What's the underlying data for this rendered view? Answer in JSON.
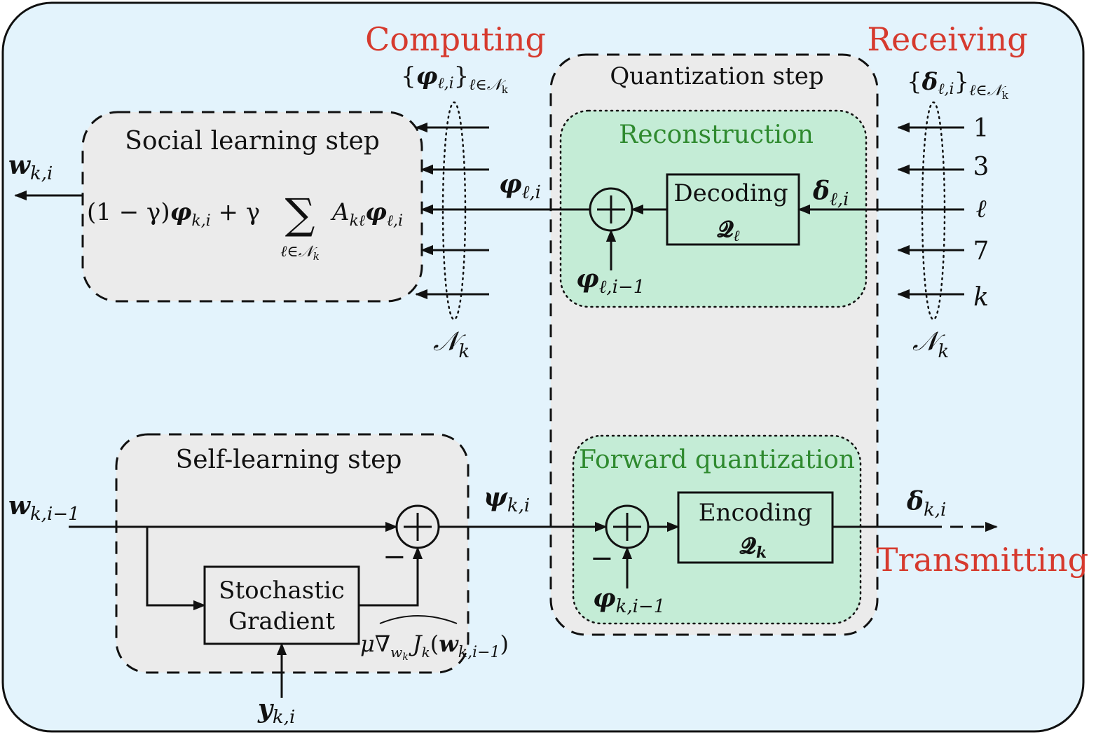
{
  "headers": {
    "computing": "Computing",
    "receiving": "Receiving",
    "transmitting": "Transmitting"
  },
  "blocks": {
    "social": {
      "title": "Social learning step",
      "formula": {
        "p1": "(1 − γ)",
        "phi": "φ",
        "sub1": "k,i",
        "p2": " + γ",
        "sum": "∑",
        "sum_sub": "ℓ∈𝒩",
        "sum_sub_k": "k",
        "a": "A",
        "a_sub": "kℓ",
        "phi2": "φ",
        "sub2": "ℓ,i"
      }
    },
    "self": {
      "title": "Self-learning step",
      "sg_line1": "Stochastic",
      "sg_line2": "Gradient"
    },
    "quant": {
      "title": "Quantization step",
      "recon": "Reconstruction",
      "fwd": "Forward quantization",
      "decoding": "Decoding",
      "dec_q": "𝓠",
      "dec_q_sub": "ℓ",
      "encoding": "Encoding",
      "enc_q": "𝓠",
      "enc_q_sub": "k"
    }
  },
  "labels": {
    "w_out": "w",
    "w_out_sub": "k,i",
    "w_in": "w",
    "w_in_sub": "k,i−1",
    "y": "y",
    "y_sub": "k,i",
    "psi": "ψ",
    "psi_sub": "k,i",
    "phi_l": "φ",
    "phi_l_sub": "ℓ,i",
    "delta_l": "δ",
    "delta_l_sub": "ℓ,i",
    "phi_prev_l": "φ",
    "phi_prev_l_sub": "ℓ,i−1",
    "phi_prev_k": "φ",
    "phi_prev_k_sub": "k,i−1",
    "delta_k": "δ",
    "delta_k_sub": "k,i",
    "minus": "−",
    "grad_mu": "μ",
    "grad_nabla": "∇",
    "grad_nabla_sub": "w",
    "grad_nabla_subsub": "k",
    "grad_j": "J",
    "grad_j_sub": "k",
    "grad_arg_open": "(",
    "grad_arg_w": "w",
    "grad_arg_sub": "k,i−1",
    "grad_arg_close": ")",
    "set_phi_open": "{",
    "set_phi": "φ",
    "set_phi_sub": "ℓ,i",
    "set_phi_close": "}",
    "set_phi_cond": "ℓ∈𝒩",
    "set_phi_cond_k": "k",
    "set_delta_open": "{",
    "set_delta": "δ",
    "set_delta_sub": "ℓ,i",
    "set_delta_close": "}",
    "set_delta_cond": "ℓ∈𝒩",
    "set_delta_cond_k": "k",
    "nk_left": "𝒩",
    "nk_left_sub": "k",
    "nk_right": "𝒩",
    "nk_right_sub": "k"
  },
  "neighbors": [
    "1",
    "3",
    "ℓ",
    "7",
    "k"
  ],
  "colors": {
    "background": "#e3f3fc",
    "gray_block": "#ebebeb",
    "green_block": "#c4ecd6",
    "header_red": "#d63a2e",
    "green_text": "#2f8a2f"
  }
}
